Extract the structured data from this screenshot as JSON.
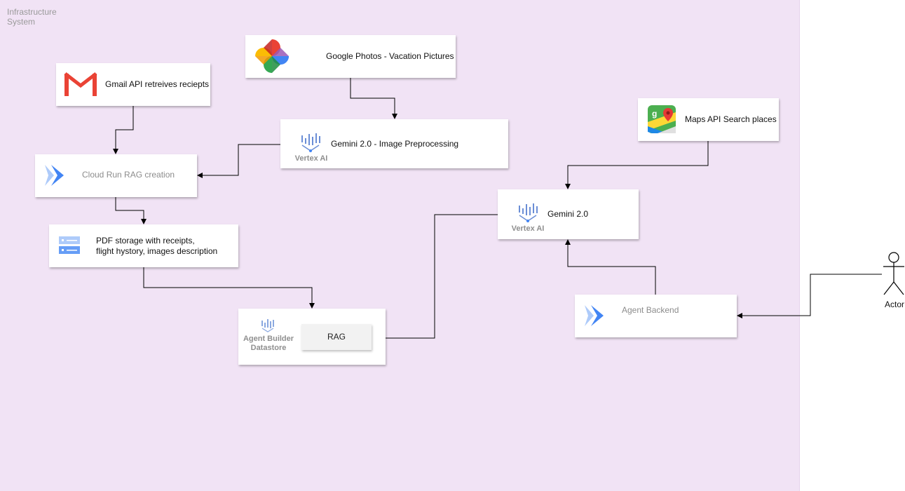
{
  "system": {
    "label": "Infrastructure\nSystem"
  },
  "nodes": {
    "gmail": {
      "label": "Gmail API retreives reciepts",
      "icon": "gmail-icon"
    },
    "photos": {
      "label": "Google Photos - Vacation Pictures",
      "icon": "google-photos-icon"
    },
    "gemini_preprocess": {
      "label": "Gemini 2.0 - Image Preprocessing",
      "sublabel": "Vertex AI",
      "icon": "vertex-ai-icon"
    },
    "cloud_run": {
      "label": "Cloud Run RAG creation",
      "icon": "cloud-run-icon"
    },
    "pdf_storage": {
      "label": "PDF storage with receipts,\nflight hystory, images description",
      "icon": "storage-icon"
    },
    "datastore": {
      "sublabel": "Agent Builder\nDatastore",
      "inner_label": "RAG",
      "icon": "agent-builder-icon"
    },
    "maps": {
      "label": "Maps API Search places",
      "icon": "google-maps-icon"
    },
    "gemini": {
      "label": "Gemini 2.0",
      "sublabel": "Vertex AI",
      "icon": "vertex-ai-icon"
    },
    "agent_backend": {
      "label": "Agent Backend",
      "icon": "cloud-run-icon"
    }
  },
  "actor": {
    "label": "Actor",
    "icon": "actor-stick-figure-icon"
  },
  "colors": {
    "system_background": "#f1e3f5",
    "gcp_blue": "#4285f4",
    "gmail_red": "#ea4335",
    "edge": "#000000"
  }
}
